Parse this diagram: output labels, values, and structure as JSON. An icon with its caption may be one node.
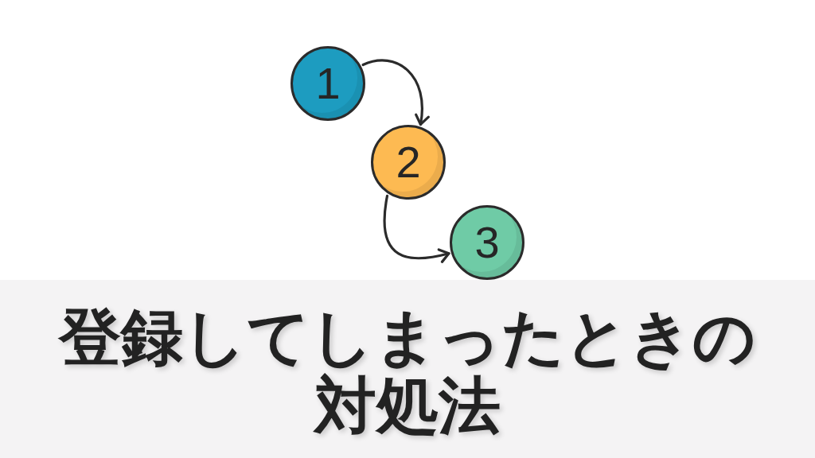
{
  "diagram": {
    "title": "登録してしまったときの対処法",
    "nodes": [
      {
        "text": [
          "1"
        ]
      },
      {
        "text": [
          "2"
        ]
      },
      {
        "text": [
          "3"
        ]
      }
    ],
    "edges": [
      {
        "from": 0,
        "to": 1,
        "arrow": "to"
      },
      {
        "from": 1,
        "to": 2,
        "arrow": "to"
      }
    ]
  }
}
